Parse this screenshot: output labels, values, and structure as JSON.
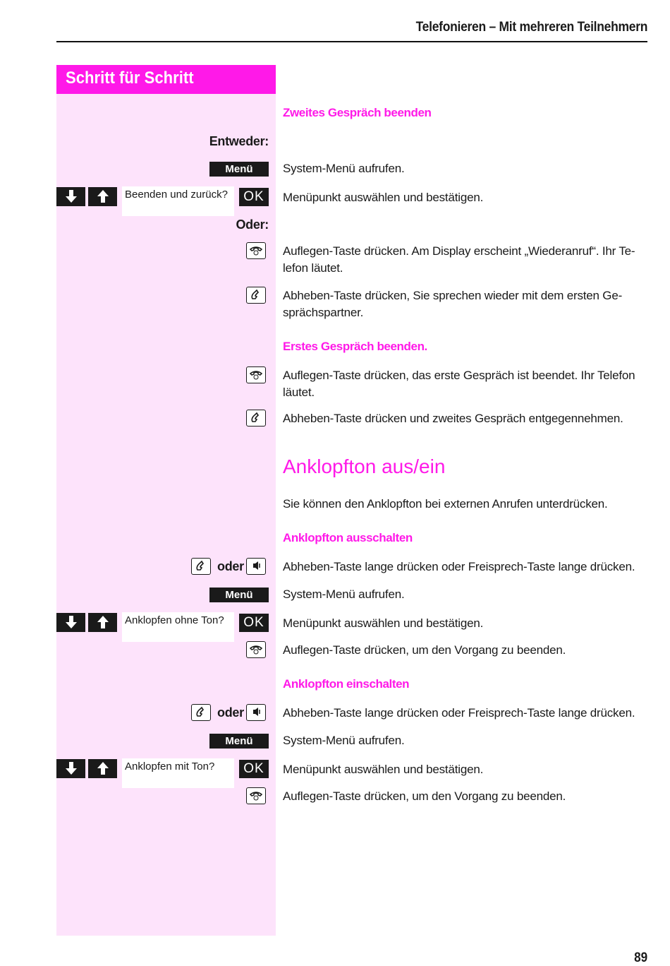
{
  "header": {
    "title": "Telefonieren – Mit mehreren Teilnehmern"
  },
  "sidebar": {
    "title": "Schritt für Schritt"
  },
  "labels": {
    "entweder": "Entweder:",
    "oder": "Oder:",
    "oder_inline": "oder",
    "menu": "Menü",
    "ok": "OK"
  },
  "section1": {
    "heading": "Zweites Gespräch beenden",
    "display": "Beenden und zurück?",
    "steps": [
      "System-Menü aufrufen.",
      "Menüpunkt auswählen und bestätigen.",
      "Auflegen-Taste drücken. Am Display erscheint „Wiederanruf“. Ihr Te-lefon läutet.",
      "Abheben-Taste drücken, Sie sprechen wieder mit dem ersten Ge-sprächspartner."
    ]
  },
  "section2": {
    "heading": "Erstes Gespräch beenden.",
    "steps": [
      "Auflegen-Taste drücken, das erste Gespräch ist beendet. Ihr Telefon läutet.",
      "Abheben-Taste drücken und zweites Gespräch entgegennehmen."
    ]
  },
  "section3": {
    "title": "Anklopfton aus/ein",
    "intro": "Sie können den Anklopfton bei externen Anrufen unterdrücken.",
    "off": {
      "heading": "Anklopfton ausschalten",
      "display": "Anklopfen ohne Ton?",
      "steps": [
        "Abheben-Taste lange drücken oder Freisprech-Taste lange drücken.",
        "System-Menü aufrufen.",
        "Menüpunkt auswählen und bestätigen.",
        "Auflegen-Taste drücken, um den Vorgang zu beenden."
      ]
    },
    "on": {
      "heading": "Anklopfton einschalten",
      "display": "Anklopfen mit Ton?",
      "steps": [
        "Abheben-Taste lange drücken oder Freisprech-Taste lange drücken.",
        "System-Menü aufrufen.",
        "Menüpunkt auswählen und bestätigen.",
        "Auflegen-Taste drücken, um den Vorgang zu beenden."
      ]
    }
  },
  "page_number": "89",
  "colors": {
    "accent": "#ff19e8",
    "sidebar_bg": "#fde3fb"
  },
  "icons": [
    "arrow-down-icon",
    "arrow-up-icon",
    "hangup-key-icon",
    "offhook-key-icon",
    "speaker-key-icon"
  ]
}
